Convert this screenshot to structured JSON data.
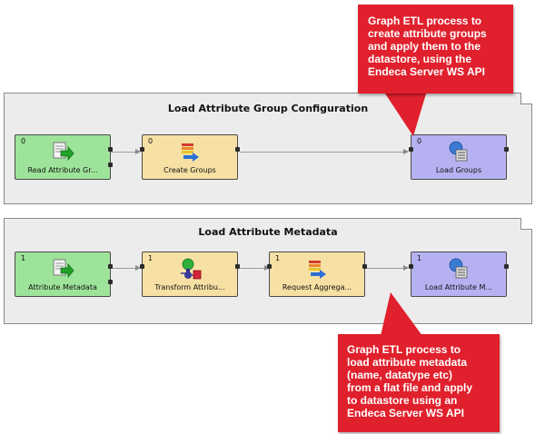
{
  "callouts": {
    "top": "Graph ETL process to\ncreate attribute groups\nand apply them to the\ndatastore, using the\nEndeca Server WS API",
    "bottom": "Graph ETL process to\nload attribute metadata\n(name, datatype etc)\nfrom a flat file and apply\nto datastore using an\nEndeca Server WS API"
  },
  "phases": {
    "group_config": {
      "title": "Load Attribute Group Configuration",
      "nodes": {
        "reader": {
          "phase": "0",
          "label": "Read Attribute Gr...",
          "icon": "reader-icon"
        },
        "transform": {
          "phase": "0",
          "label": "Create Groups",
          "icon": "transform-icon"
        },
        "writer": {
          "phase": "0",
          "label": "Load Groups",
          "icon": "writer-icon"
        }
      }
    },
    "metadata": {
      "title": "Load Attribute Metadata",
      "nodes": {
        "reader": {
          "phase": "1",
          "label": "Attribute Metadata",
          "icon": "reader-icon"
        },
        "reformat": {
          "phase": "1",
          "label": "Transform Attribu...",
          "icon": "reformat-icon"
        },
        "transform": {
          "phase": "1",
          "label": "Request Aggrega...",
          "icon": "transform-icon"
        },
        "writer": {
          "phase": "1",
          "label": "Load Attribute M...",
          "icon": "writer-icon"
        }
      }
    }
  },
  "colors": {
    "reader": "#9ee39a",
    "transform": "#f6e0a3",
    "writer": "#b6b2f2",
    "callout": "#e0202c",
    "phase_bg": "#ececec"
  }
}
